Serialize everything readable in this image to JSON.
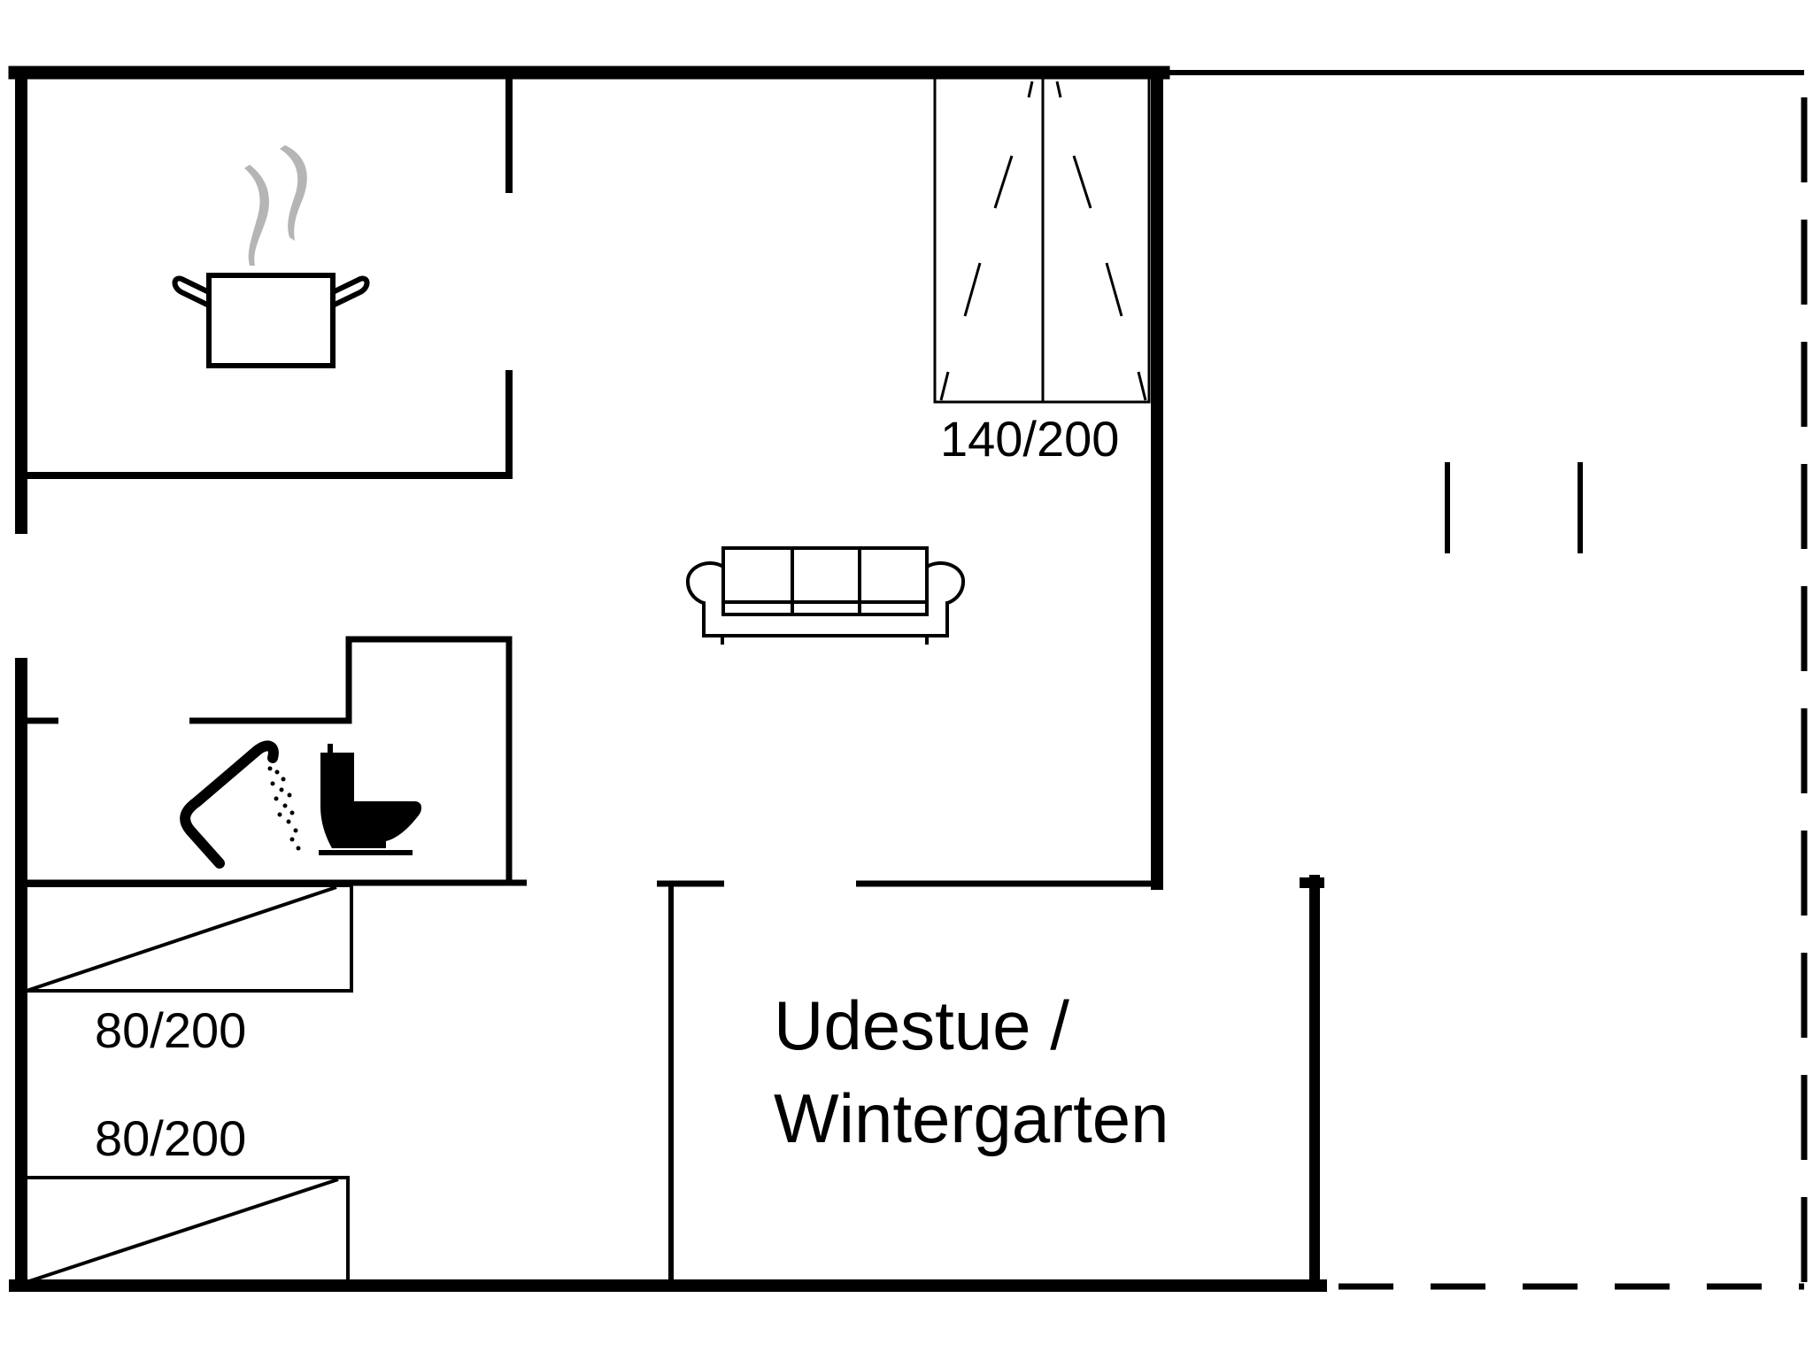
{
  "plan": {
    "title": "Floor plan",
    "colors": {
      "wall": "#000000",
      "steam": "#b5b5b5",
      "background": "#ffffff"
    },
    "rooms": [
      {
        "id": "kitchen",
        "icon": "cooking-pot-icon"
      },
      {
        "id": "living-room",
        "icon": "sofa-icon"
      },
      {
        "id": "bathroom",
        "icons": [
          "shower-icon",
          "toilet-icon"
        ]
      },
      {
        "id": "bedroom-1",
        "bed_label": "140/200"
      },
      {
        "id": "bedroom-2",
        "bed_labels": [
          "80/200",
          "80/200"
        ]
      },
      {
        "id": "conservatory",
        "label_line1": "Udestue /",
        "label_line2": "Wintergarten"
      },
      {
        "id": "terrace"
      }
    ],
    "beds": {
      "double": "140/200",
      "single_top": "80/200",
      "single_bottom": "80/200"
    },
    "conservatory": {
      "line1": "Udestue /",
      "line2": "Wintergarten"
    }
  }
}
